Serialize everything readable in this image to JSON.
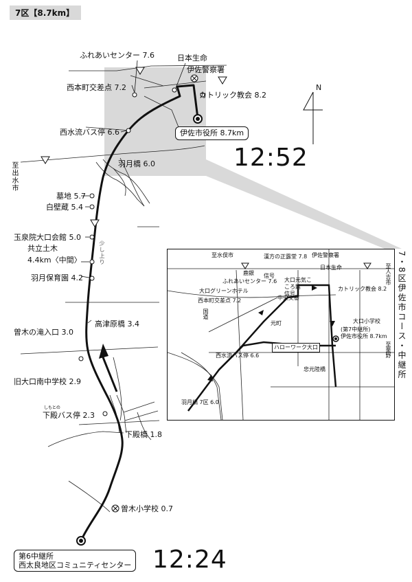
{
  "header": {
    "label": "7区【8.7km】"
  },
  "times": {
    "arrival": "12:52",
    "start": "12:24"
  },
  "directions": {
    "west": "至出水市"
  },
  "compass": {
    "north": "N"
  },
  "start_box": {
    "line1": "第6中継所",
    "line2": "西太良地区コミュニティセンター"
  },
  "finish_box": {
    "label": "伊佐市役所 8.7km"
  },
  "main_labels": {
    "fureai": "ふれあいセンター 7.6",
    "nihonseimei": "日本生命",
    "police": "伊佐警察署",
    "nishihonmachi": "西本町交差点 7.2",
    "catholic": "カトリック教会 8.2",
    "nishisuiryu": "西水流バス停 6.6",
    "hatsukibashi": "羽月橋 6.0",
    "bochi": "墓地 5.7",
    "hakuhekigura": "白壁蔵 5.4",
    "gyokusenin": "玉泉院大口会館 5.0",
    "kyoritsu1": "共立土木",
    "kyoritsu2": "4.4km〈中間〉",
    "hatsuki_hoikuen": "羽月保育園 4.2",
    "uphill": "少し上り",
    "takatsuharabashi": "高津原橋 3.4",
    "soginotaki": "曽木の滝入口 3.0",
    "kyuokuchi": "旧大口南中学校 2.9",
    "shimotono_ruby": "しもとの",
    "shimotono_bus": "下殿バス停 2.3",
    "shimotonobashi": "下殿橋 1.8",
    "sogi_school": "曽木小学校 0.7"
  },
  "inset": {
    "side_title": "7・8区伊佐市コース・中継所",
    "to_mizuma": "至水俣市",
    "to_hitoyoshi": "至人吉市",
    "to_kurino": "至栗野",
    "kanpo": "漢方の正露堂 7.8",
    "police": "伊佐警察署",
    "nihonseimei": "日本生命",
    "rokugin": "鹿銀",
    "shingo1": "信号",
    "fureai": "ふれあいセンター 7.6",
    "okuchi_genki": "大口元気こころ館",
    "catholic": "カトリック教会 8.2",
    "green_hotel": "大口グリーンホテル",
    "chuo_koban": "中央交番",
    "shingo2": "信号",
    "nishihonmachi": "西本町交差点 7.2",
    "okuchi_school": "大口小学校",
    "relay7": "(第7中継所)",
    "city_hall": "伊佐市役所 8.7km",
    "motomachi": "元町",
    "hello_work": "ハローワーク大口",
    "nishisuiryu": "西水流バス停 6.6",
    "shingenkyo": "忠元陸橋",
    "hatsukibashi": "羽月橋 7区 6.0",
    "road_label": "国道"
  },
  "colors": {
    "inset_shade": "#d9d9d9",
    "route": "#111111"
  }
}
